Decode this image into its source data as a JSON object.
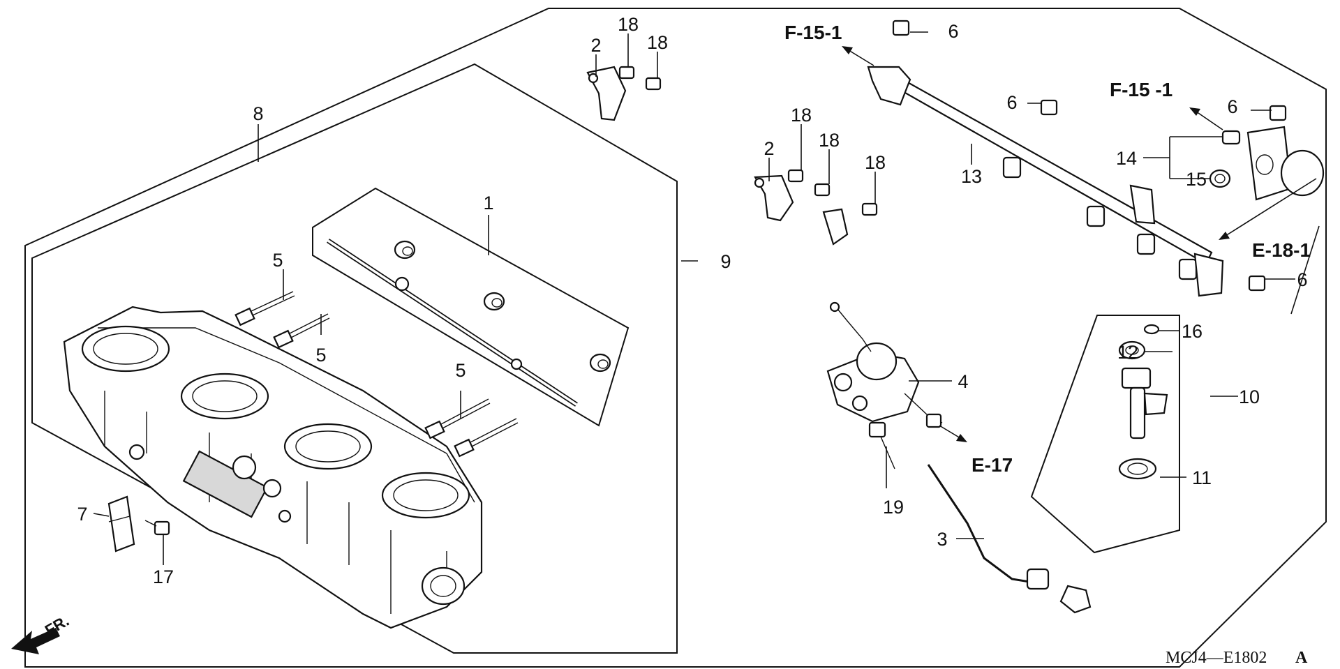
{
  "callouts": {
    "c1": "1",
    "c2a": "2",
    "c2b": "2",
    "c3": "3",
    "c4": "4",
    "c5a": "5",
    "c5b": "5",
    "c5c": "5",
    "c6a": "6",
    "c6b": "6",
    "c6c": "6",
    "c6d": "6",
    "c7": "7",
    "c8": "8",
    "c9": "9",
    "c10": "10",
    "c11": "11",
    "c12": "12",
    "c13": "13",
    "c14": "14",
    "c15": "15",
    "c16": "16",
    "c17": "17",
    "c18a": "18",
    "c18b": "18",
    "c18c": "18",
    "c18d": "18",
    "c18e": "18",
    "c19": "19"
  },
  "refs": {
    "f15_1_left": "F-15-1",
    "f15_1_right": "F-15 -1",
    "e18_1": "E-18-1",
    "e17": "E-17"
  },
  "diagram_code": "MCJ4—E1802",
  "diagram_code_suffix": "A",
  "front_label": "FR."
}
